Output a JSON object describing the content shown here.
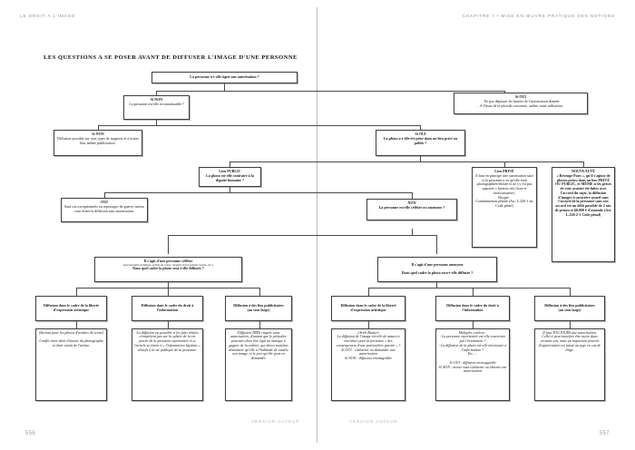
{
  "document": {
    "running_head_left": "LE DROIT À L'IMAGE",
    "running_head_right": "CHAPITRE 7 • MISE EN ŒUVRE PRATIQUE DES NOTIONS",
    "watermark_left": "VERSION AUTEUR",
    "watermark_right": "VERSION AUTEUR",
    "folio_left": "556",
    "folio_right": "557"
  },
  "chart": {
    "title": "LES QUESTIONS A SE POSER AVANT DE DIFFUSER L'IMAGE D'UNE PERSONNE",
    "type": "flowchart"
  },
  "nodes": {
    "root": {
      "head": "La personne a-t-elle signé une autorisation ?"
    },
    "si_non_reconnaissable": {
      "head": "Si NON",
      "body": "La personne est-elle reconnaissable ?"
    },
    "si_oui_limites": {
      "head": "Si OUI",
      "body": ". Ne pas dépasser les limites de l'autorisation donnée\n. A l'issue de la période convenue, arrêter toute utilisation."
    },
    "si_non_diffusion": {
      "head": "Si NON",
      "body": "Diffusion possible sur tous types de supports et à toutes fins, même publicitaires."
    },
    "si_oui_lieu": {
      "head": "Si OUI",
      "body": "La photo a-t-elle été prise dans un lieu privé ou public ?"
    },
    "lieu_public": {
      "head": "Lieu PUBLIC",
      "body": "La photo est-elle contraire à la dignité humaine ?"
    },
    "lieu_prive": {
      "head": "Lieu PRIVÉ",
      "body": "Il faut en principe une autorisation sauf si la personne a vu qu'elle était photographiée/filmée et ne s'y est pas opposée » (notion très floue et insécurisante).\nRisque :\nCondamnation pénale (Art. L.226-1 du Code pénal)"
    },
    "nouveaute": {
      "head": "NOUVEAUTÉ",
      "body": "« Revenge Porn », qu'il s'agisse de photos prises dans un lieu PRIVÉ OU PUBLIC, et MÊME si les prises de vues avaient été faites avec l'accord du sujet, la diffusion d'images à caractère sexuel sans l'accord de la personne sans son accord est un délit passible de 2 ans de prison et 60.000 € d'amende (Art. L.226-2-1 Code pénal)"
    },
    "oui_dignite": {
      "head": "OUI",
      "body": "Sauf cas exceptionnels ou reportages de guerre, mieux vaut éviter la diffusion sans autorisation."
    },
    "non_celebre": {
      "head": "NON",
      "body": "La personne est-elle célèbre ou anonyme ?"
    },
    "personne_celebre": {
      "head": "Il s'agit d'une personne célèbre",
      "italic": "(personnalité politique, artiste de scène, membre d'une famille royale, etc.)",
      "foot": "Dans quel cadre la photo sera-t-elle diffusée ?"
    },
    "personne_anonyme": {
      "head": "Il s'agit d'une personne anonyme",
      "foot": "Dans quel cadre la photo sera-t-elle diffusée ?"
    },
    "cel_art_head": {
      "head": "Diffusion dans le cadre de la liberté d'expression artistique"
    },
    "cel_info_head": {
      "head": "Diffusion dans le cadre du droit à l'information"
    },
    "cel_pub_head": {
      "head": "Diffusion à des fins publicitaires\n(au sens large)"
    },
    "cel_art_body": {
      "body": "(Surtout pour les photos d'artistes de scène)\n\nConflit entre droit d'auteur du photographe et droit voisin de l'artiste."
    },
    "cel_info_body": {
      "body": "La diffusion est possible si les faits relatés n'empiètent pas sur la sphère de la vie privée de la personne représentée et si l'article se limite à « l'information légitime » relatifs à la vie publique de la personne."
    },
    "cel_pub_body": {
      "body": "Diffusion TRÈS risquée sans autorisation, d'autant que le préjudice pourrait alors être égal au manque à gagner de la vedette, qui devra toutefois démontrer qu'elle a l'habitude de vendre son image, et le prix qu'elle peut en demander."
    },
    "ano_art_head": {
      "head": "Diffusion dans le cadre de la liberté d'expression artistique"
    },
    "ano_info_head": {
      "head": "Diffusion dans le cadre du droit à l'information"
    },
    "ano_pub_head": {
      "head": "Diffusion à des fins publicitaires\n(au sens large)"
    },
    "ano_art_body": {
      "body": "(Arrêt Banier)\nLa diffusion de l'image est-elle de nature à entraîner pour la personne « des conséquences d'une particulière gravité » ?\nSi OUI : s'abstenir ou demander une autorisation\nSi NON : diffusion envisageable"
    },
    "ano_info_body": {
      "body": "Multiples critères :\n- La personne représentée est-elle concernée par l'évènement ?\n- La diffusion de la photo est-elle nécessaire à l'information ?\nEtc. ...\n\nSi OUI : diffusion envisageable\nSi NON : mieux vaut s'abstenir ou obtenir une autorisation"
    },
    "ano_pub_body": {
      "body": "Il faut TOUJOURS une autorisation.\nCelle-ci peut toutefois être tacite dans certains cas, mais un important pouvoir d'appréciation est laissé au juge en cas de litige."
    }
  }
}
